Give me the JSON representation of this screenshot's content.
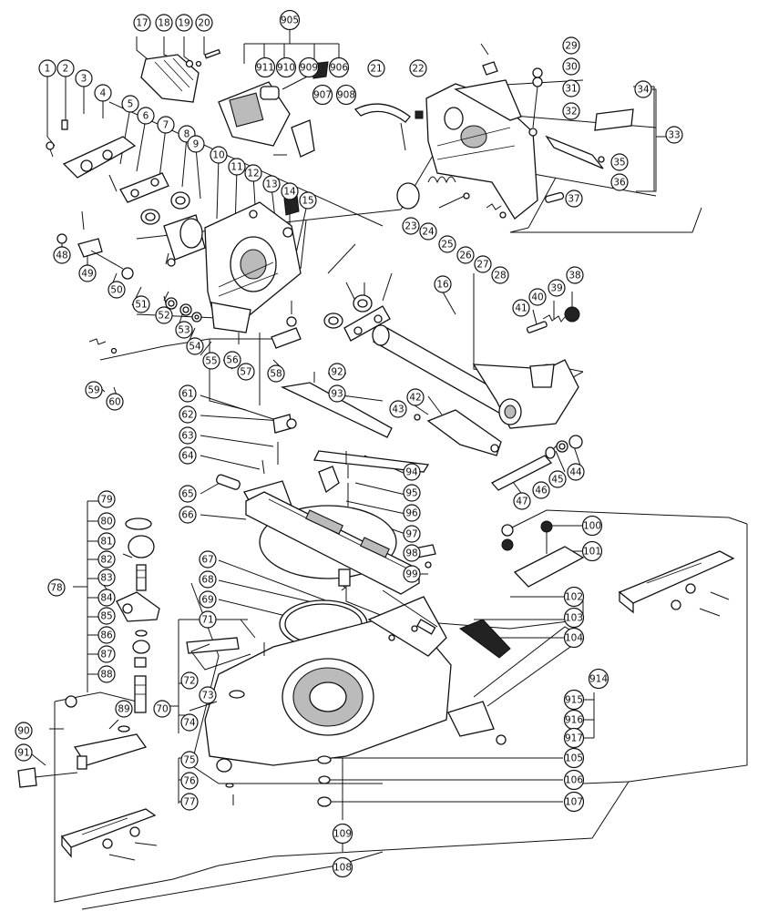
{
  "diagram": {
    "type": "exploded parts diagram",
    "callouts": [
      "1",
      "2",
      "3",
      "4",
      "5",
      "6",
      "7",
      "8",
      "9",
      "10",
      "11",
      "12",
      "13",
      "14",
      "15",
      "16",
      "17",
      "18",
      "19",
      "20",
      "21",
      "22",
      "23",
      "24",
      "25",
      "26",
      "27",
      "28",
      "29",
      "30",
      "31",
      "32",
      "33",
      "34",
      "35",
      "36",
      "37",
      "38",
      "39",
      "40",
      "41",
      "42",
      "43",
      "44",
      "45",
      "46",
      "47",
      "48",
      "49",
      "50",
      "51",
      "52",
      "53",
      "54",
      "55",
      "56",
      "57",
      "58",
      "59",
      "60",
      "61",
      "62",
      "63",
      "64",
      "65",
      "66",
      "67",
      "68",
      "69",
      "70",
      "71",
      "72",
      "73",
      "74",
      "75",
      "76",
      "77",
      "78",
      "79",
      "80",
      "81",
      "82",
      "83",
      "84",
      "85",
      "86",
      "87",
      "88",
      "89",
      "90",
      "91",
      "92",
      "93",
      "94",
      "95",
      "96",
      "97",
      "98",
      "99",
      "100",
      "101",
      "102",
      "103",
      "104",
      "105",
      "106",
      "107",
      "108",
      "109",
      "905",
      "906",
      "907",
      "908",
      "909",
      "910",
      "911",
      "914",
      "915",
      "916",
      "917"
    ]
  }
}
